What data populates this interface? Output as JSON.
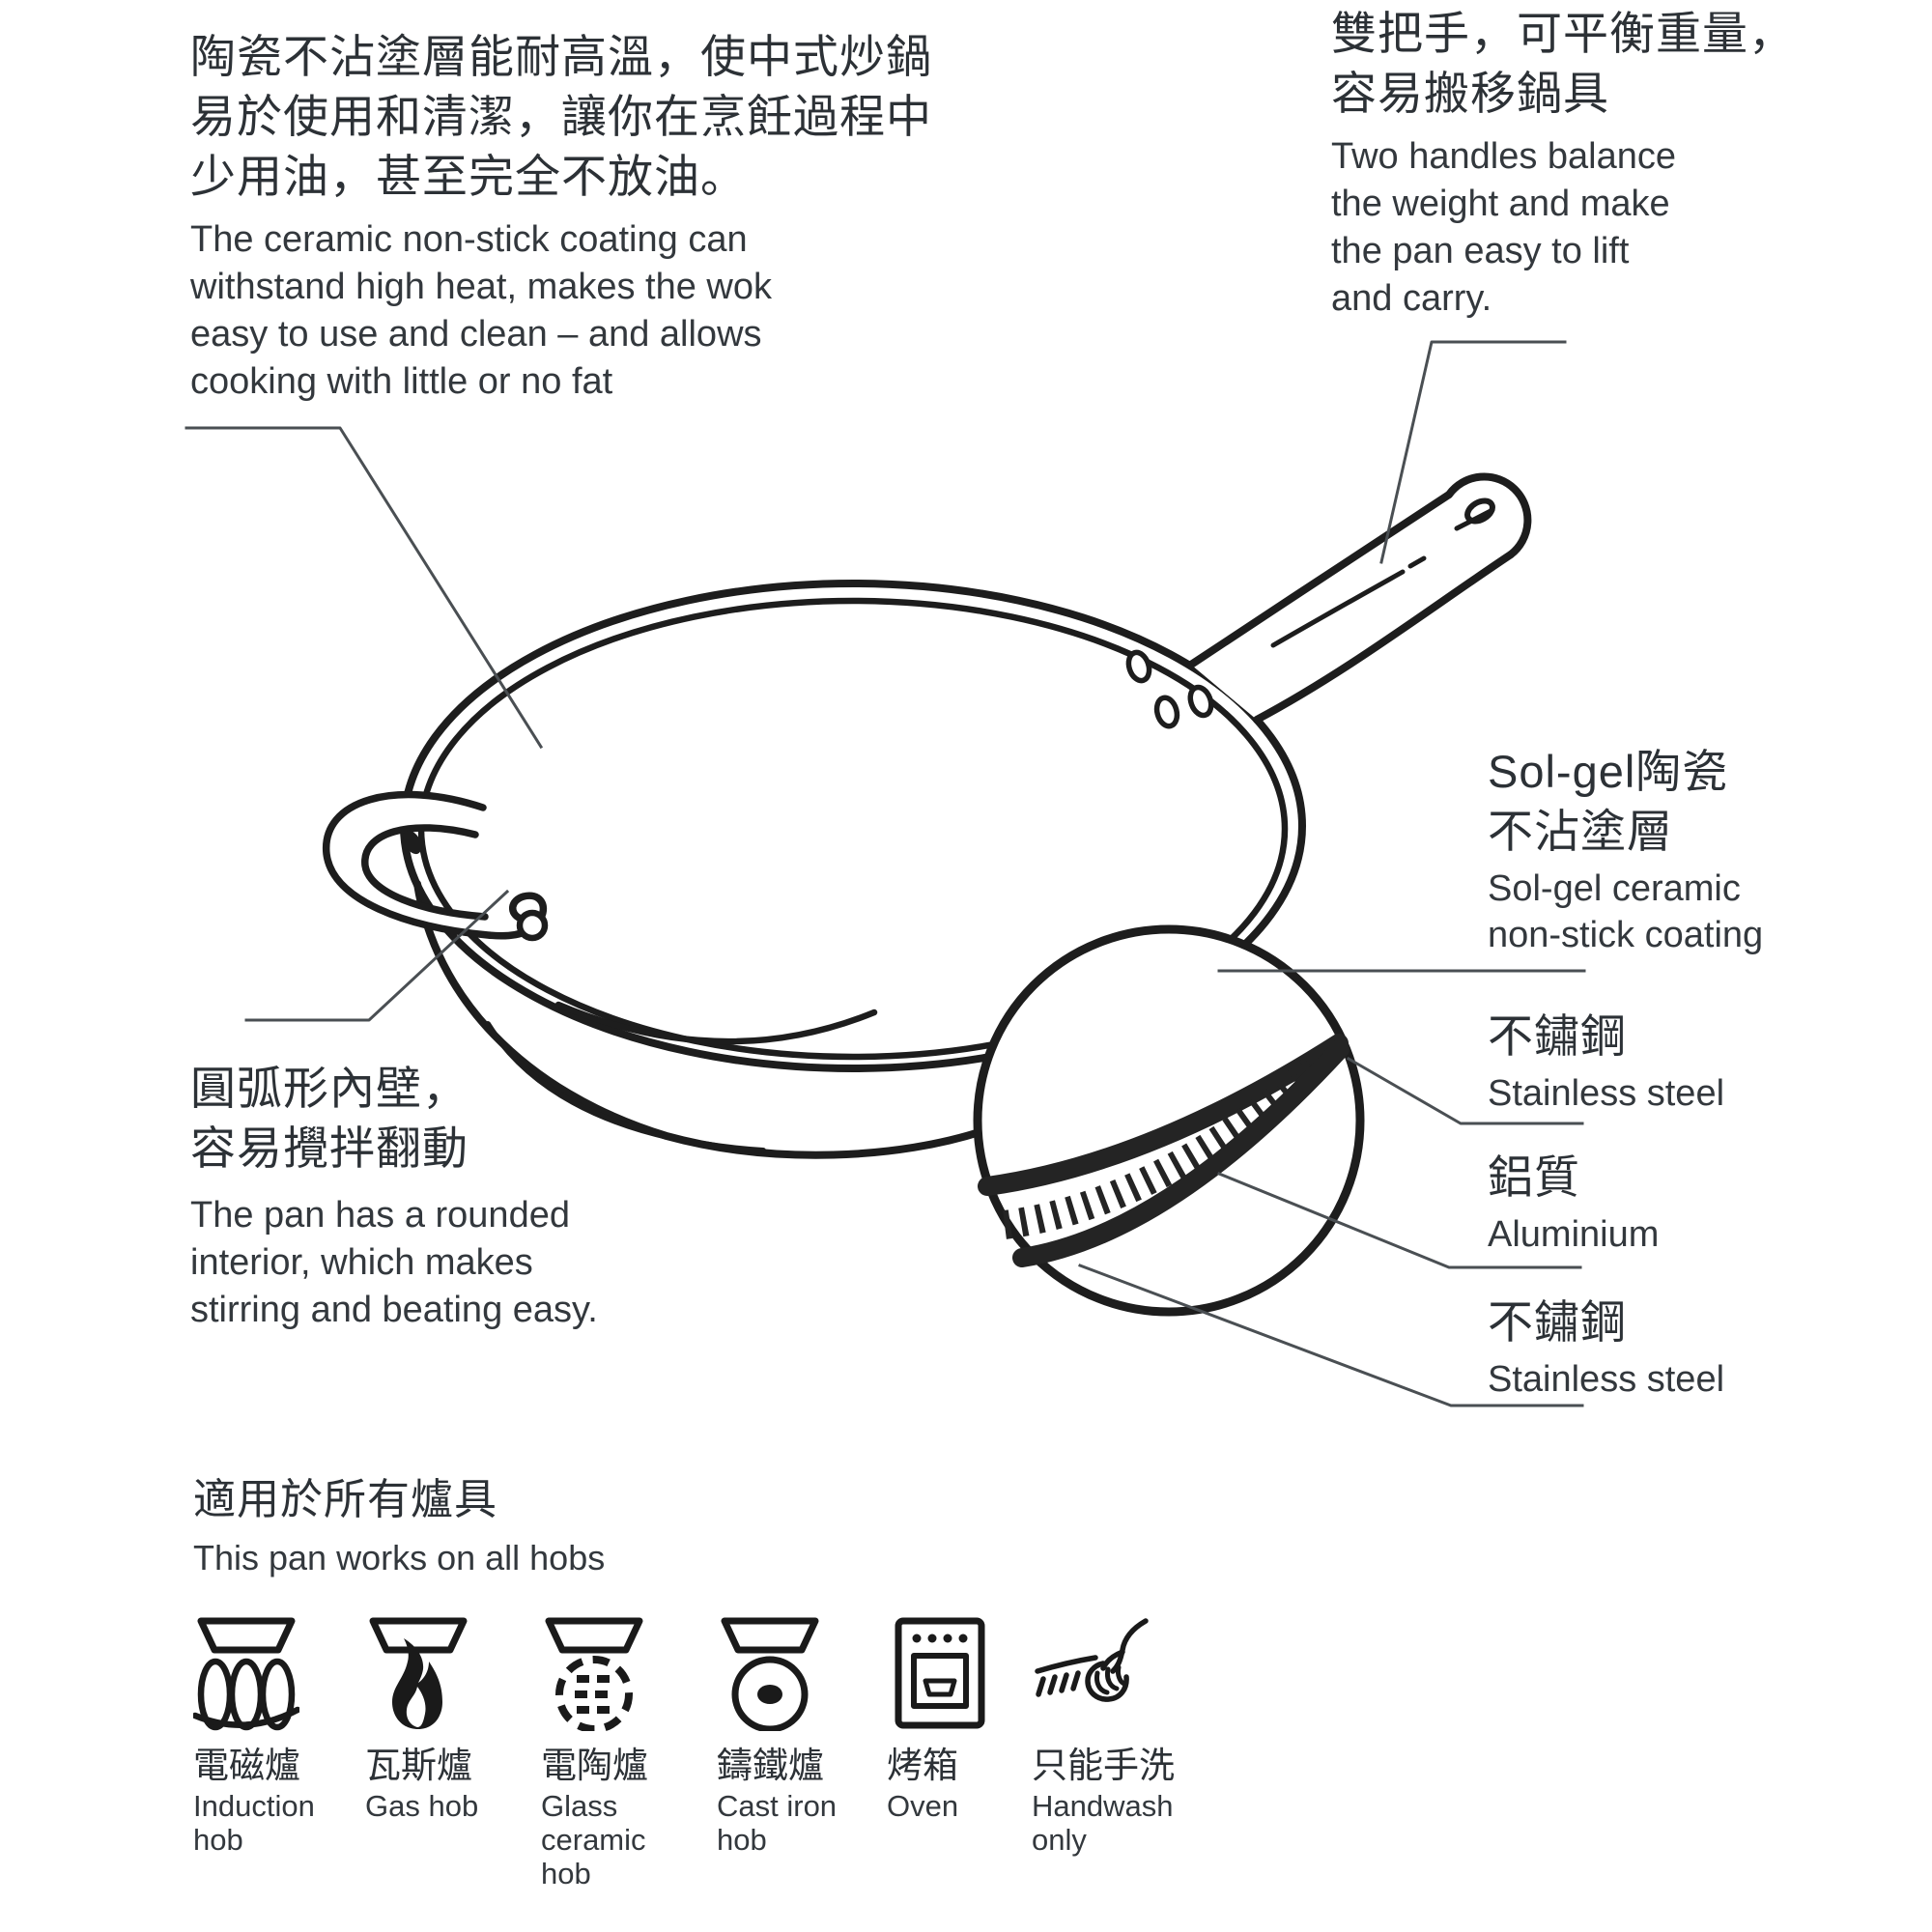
{
  "callouts": {
    "coating": {
      "zh": [
        "陶瓷不沾塗層能耐高溫，使中式炒鍋",
        "易於使用和清潔，讓你在烹飪過程中",
        "少用油，甚至完全不放油。"
      ],
      "en": [
        "The ceramic non-stick coating can",
        "withstand high heat, makes the wok",
        "easy to use and clean – and allows",
        "cooking with little or no fat"
      ]
    },
    "handles": {
      "zh": [
        "雙把手，可平衡重量，",
        "容易搬移鍋具"
      ],
      "en": [
        "Two handles balance",
        "the weight and make",
        "the pan easy to lift",
        "and carry."
      ]
    },
    "interior": {
      "zh": [
        "圓弧形內壁，",
        "容易攪拌翻動"
      ],
      "en": [
        "The pan has a rounded",
        "interior, which makes",
        "stirring and beating easy."
      ]
    },
    "materials": [
      {
        "zh1": "Sol-gel陶瓷",
        "zh2": "不沾塗層",
        "en1": "Sol-gel ceramic",
        "en2": "non-stick coating"
      },
      {
        "zh1": "不鏽鋼",
        "en1": "Stainless steel"
      },
      {
        "zh1": "鋁質",
        "en1": "Aluminium"
      },
      {
        "zh1": "不鏽鋼",
        "en1": "Stainless steel"
      }
    ]
  },
  "hobs": {
    "heading_zh": "適用於所有爐具",
    "heading_en": "This pan works on all hobs",
    "items": [
      {
        "icon": "induction-hob-icon",
        "zh": "電磁爐",
        "en": [
          "Induction",
          "hob"
        ]
      },
      {
        "icon": "gas-hob-icon",
        "zh": "瓦斯爐",
        "en": [
          "Gas hob"
        ]
      },
      {
        "icon": "glass-ceramic-hob-icon",
        "zh": "電陶爐",
        "en": [
          "Glass",
          "ceramic",
          "hob"
        ]
      },
      {
        "icon": "cast-iron-hob-icon",
        "zh": "鑄鐵爐",
        "en": [
          "Cast iron",
          "hob"
        ]
      },
      {
        "icon": "oven-icon",
        "zh": "烤箱",
        "en": [
          "Oven"
        ]
      },
      {
        "icon": "handwash-icon",
        "zh": "只能手洗",
        "en": [
          "Handwash",
          "only"
        ]
      }
    ]
  },
  "colors": {
    "background": "#ffffff",
    "line_art": "#1d1d1d",
    "leader_line": "#4a4f53",
    "text": "#33383d"
  }
}
